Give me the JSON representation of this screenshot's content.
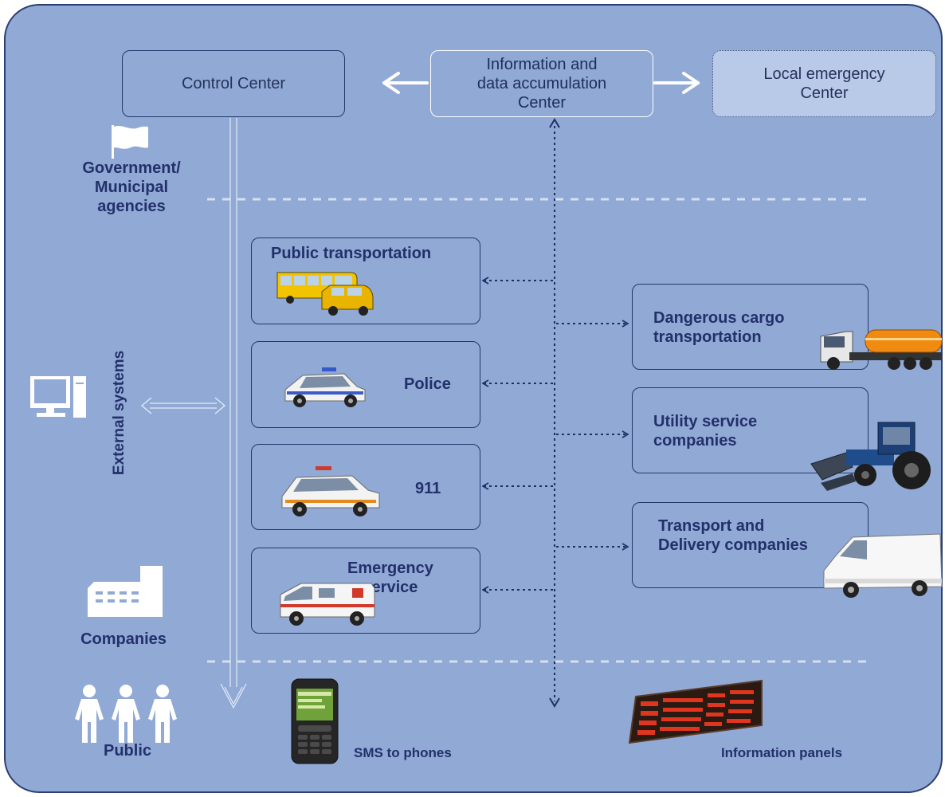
{
  "top": {
    "control_center": "Control Center",
    "info_center": [
      "Information and",
      "data accumulation",
      "Center"
    ],
    "local_center": [
      "Local emergency",
      "Center"
    ]
  },
  "left": {
    "government": [
      "Government/",
      "Municipal",
      "agencies"
    ],
    "external_systems": "External systems",
    "companies": "Companies",
    "public": "Public"
  },
  "services_left": {
    "public_transportation": "Public transportation",
    "police": "Police",
    "emergency_911": "911",
    "emergency_service": [
      "Emergency",
      "service"
    ]
  },
  "services_right": {
    "dangerous_cargo": [
      "Dangerous cargo",
      "transportation"
    ],
    "utility": [
      "Utility service",
      "companies"
    ],
    "transport_delivery": [
      "Transport and",
      "Delivery companies"
    ]
  },
  "bottom": {
    "sms": "SMS to phones",
    "panels": "Information panels"
  },
  "colors": {
    "panel_bg": "#91a9d5",
    "panel_border": "#2d3f72",
    "box_border": "#24386c",
    "text": "#23306b",
    "arrow": "#1f2f66",
    "white": "#ffffff"
  },
  "icons": {
    "flag": "flag-icon",
    "computer": "computer-icon",
    "building": "building-icon",
    "people": "people-icon",
    "bus": "bus-icon",
    "police_car": "police-car-icon",
    "rescue_car": "rescue-car-icon",
    "ambulance": "ambulance-icon",
    "tanker_truck": "tanker-truck-icon",
    "tractor": "tractor-icon",
    "van": "van-icon",
    "mobile_phone": "mobile-phone-icon",
    "info_board": "info-board-icon"
  }
}
